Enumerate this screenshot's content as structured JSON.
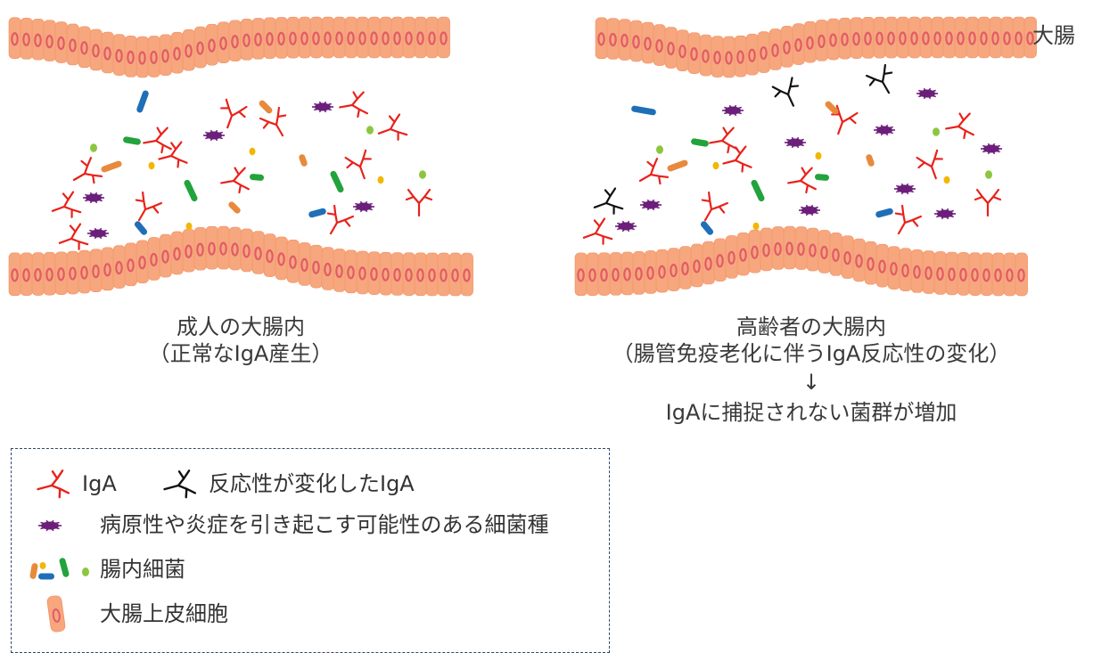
{
  "colon_label": "大腸",
  "panels": {
    "adult": {
      "title": "成人の大腸内",
      "subtitle": "（正常なIgA産生）"
    },
    "elderly": {
      "title": "高齢者の大腸内",
      "subtitle": "（腸管免疫老化に伴うIgA反応性の変化）",
      "arrow": "↓",
      "result": "IgAに捕捉されない菌群が増加"
    }
  },
  "legend": {
    "iga": "IgA",
    "altered_iga": "反応性が変化したIgA",
    "pathogenic": "病原性や炎症を引き起こす可能性のある細菌種",
    "gut_bacteria": "腸内細菌",
    "epithelial": "大腸上皮細胞"
  },
  "colors": {
    "iga": "#e8221b",
    "altered_iga": "#111111",
    "pathogenic": "#6b1e7a",
    "epithelium": "#f6a77e",
    "nucleus": "#e25b67",
    "bacteria_blue": "#1f6fb7",
    "bacteria_green": "#22a33b",
    "bacteria_orange": "#e88a3d",
    "bacteria_lime": "#8cc63f",
    "bacteria_yellow": "#f2b705"
  }
}
